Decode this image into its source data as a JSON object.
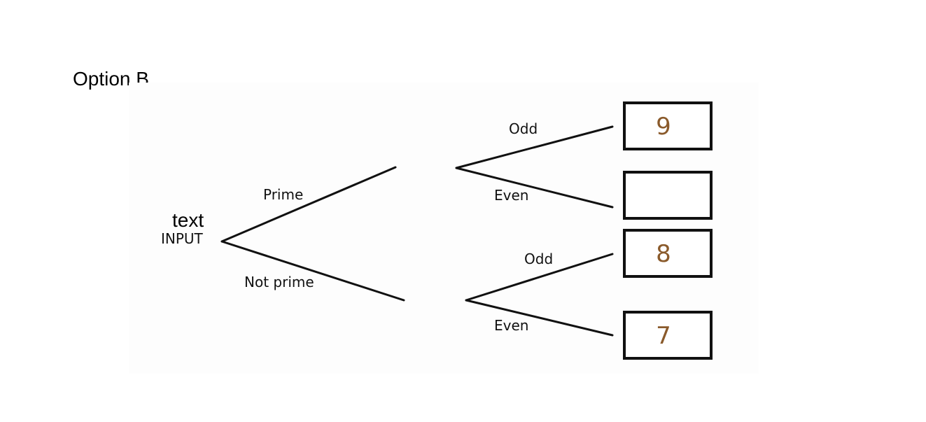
{
  "heading": "Option B",
  "input_note": "text",
  "input_label": "INPUT",
  "branches": {
    "prime": "Prime",
    "not_prime": "Not prime",
    "odd_top": "Odd",
    "even_top": "Even",
    "odd_bottom": "Odd",
    "even_bottom": "Even"
  },
  "boxes": [
    "9",
    "",
    "8",
    "7"
  ],
  "colors": {
    "box_value": "#8a5a2b",
    "lines": "#111111"
  }
}
